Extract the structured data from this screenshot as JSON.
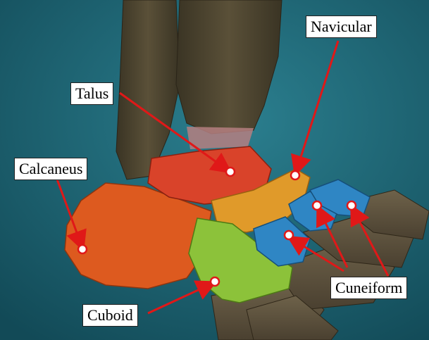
{
  "title": "",
  "labels": {
    "navicular": "Navicular",
    "talus": "Talus",
    "calcaneus": "Calcaneus",
    "cuboid": "Cuboid",
    "cuneiform": "Cuneiform"
  },
  "colors": {
    "background": "#1c5f6e",
    "tibia_fibula": "#4a4330",
    "talus": "#d9432a",
    "calcaneus": "#dd5a1f",
    "navicular": "#e09a2a",
    "cuboid": "#8cc23a",
    "cuneiform": "#2f86c4",
    "metatarsal": "#5e5340",
    "arrow": "#e01818",
    "marker_fill": "#ffffff"
  }
}
